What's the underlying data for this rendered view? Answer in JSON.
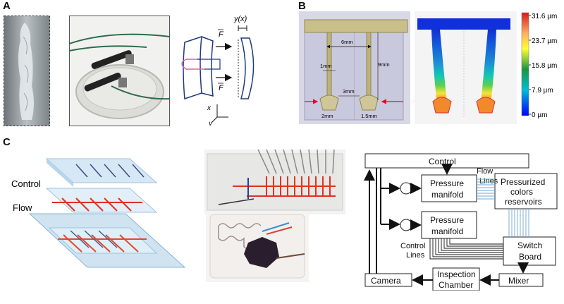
{
  "panels": {
    "a": "A",
    "b": "B",
    "c": "C"
  },
  "panel_a": {
    "force_top": "F",
    "force_bottom": "F",
    "deflection_label": "y(x)",
    "axis_x": "x",
    "axis_y": "y"
  },
  "panel_b": {
    "dim_6mm": "6mm",
    "dim_1mm": "1mm",
    "dim_9mm": "9mm",
    "dim_3mm": "3mm",
    "dim_2mm": "2mm",
    "dim_1_5mm": "1.5mm",
    "colorbar_ticks": [
      "31.6 µm",
      "23.7 µm",
      "15.8 µm",
      "7.9 µm",
      "0 µm"
    ],
    "colorbar_colors": [
      "#d7191c",
      "#fdae61",
      "#ffff33",
      "#1a9641",
      "#00bcd4",
      "#0000ff"
    ]
  },
  "panel_c": {
    "layer_control": "Control",
    "layer_flow": "Flow",
    "flowchart": {
      "control": "Control",
      "flow_lines_1": "Flow",
      "flow_lines_2": "Lines",
      "pressure_manifold_1a": "Pressure",
      "pressure_manifold_1b": "manifold",
      "pressure_manifold_2a": "Pressure",
      "pressure_manifold_2b": "manifold",
      "reservoirs_a": "Pressurized",
      "reservoirs_b": "colors",
      "reservoirs_c": "reservoirs",
      "control_lines_1": "Control",
      "control_lines_2": "Lines",
      "switch_board_a": "Switch",
      "switch_board_b": "Board",
      "mixer": "Mixer",
      "inspection_a": "Inspection",
      "inspection_b": "Chamber",
      "camera": "Camera"
    }
  }
}
